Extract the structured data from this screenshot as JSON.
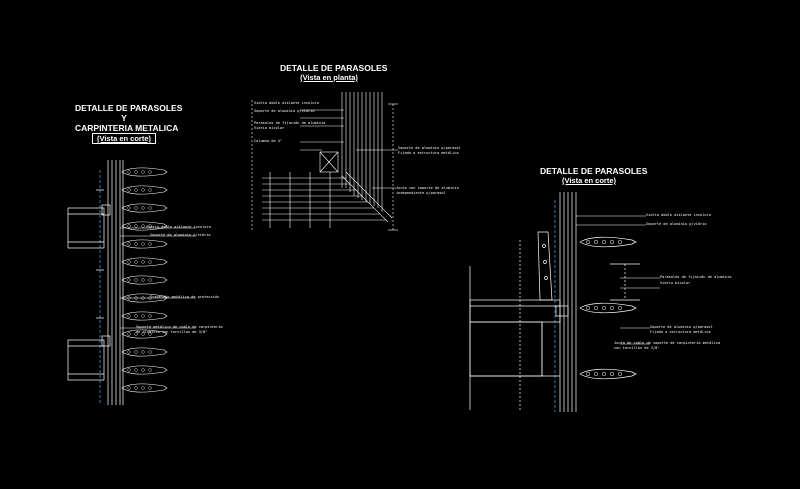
{
  "titles": {
    "left": {
      "line1": "DETALLE DE PARASOLES",
      "line2": "Y",
      "line3": "CARPINTERIA METALICA",
      "sub": "(Vista en corte)"
    },
    "center": {
      "line1": "DETALLE DE PARASOLES",
      "sub": "(Vista en planta)"
    },
    "right": {
      "line1": "DETALLE DE PARASOLES",
      "sub": "(Vista en corte)"
    }
  },
  "notes": {
    "left": [
      "Vidrio doble aislante incoloro",
      "Soporte de aluminio p/vidrio",
      "Travesaño metálico de protección",
      "Soporte metálico de cable de carpintería",
      "de aluminio con tornillos de 3/8\""
    ],
    "center": [
      "Vidrio doble aislante incoloro",
      "Soporte de aluminio p/vidrio",
      "Parasoles de fijación de aluminio",
      "Vidrio bicolor",
      "Columna de 4\"",
      "Soporte de aluminio p/parasol",
      "Fijado a estructura metálica",
      "Junta con soporte de aluminio",
      "independiente p/parasol"
    ],
    "right": [
      "Vidrio doble aislante incoloro",
      "Soporte de aluminio p/vidrio",
      "Parasoles de fijación de aluminio",
      "Vidrio bicolor",
      "Soporte de aluminio p/parasol",
      "Fijado a estructura metálica",
      "Junta de cable de soporte de carpintería metálica",
      "con tornillos de 3/8\""
    ]
  },
  "colors": {
    "background": "#000000",
    "line": "#ffffff",
    "accent": "#3fa9ff",
    "dim": "#c8c8c8"
  }
}
